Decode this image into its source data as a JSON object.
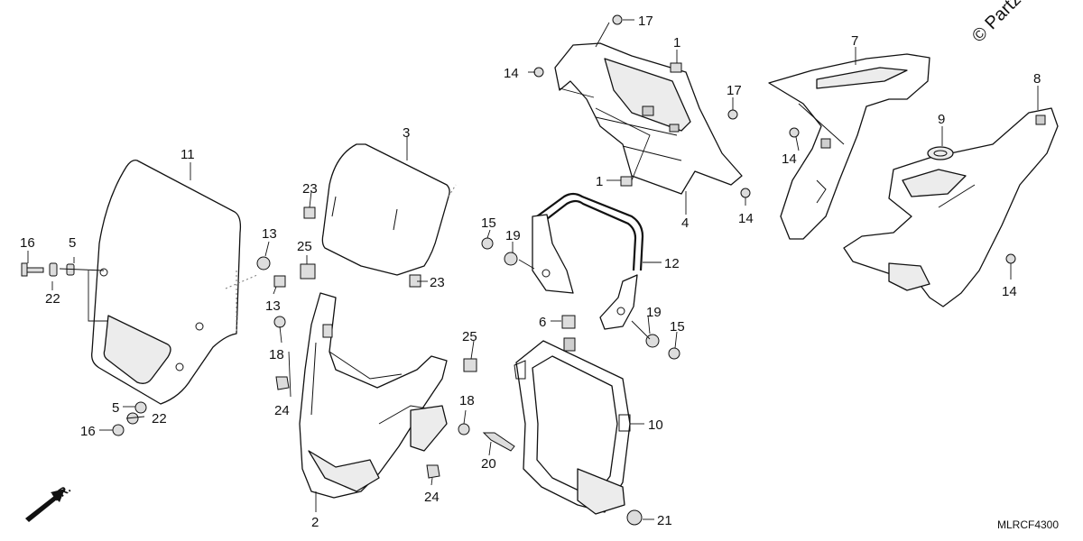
{
  "diagram": {
    "watermark": "© Partz",
    "direction_label": "FR.",
    "diagram_code": "MLRCF4300",
    "callouts": {
      "c1_top": "1",
      "c1_bottom": "1",
      "c2": "2",
      "c3": "3",
      "c5_top": "5",
      "c5_bottom": "5",
      "c6": "6",
      "c7": "7",
      "c8": "8",
      "c9": "9",
      "c10": "10",
      "c11": "11",
      "c12": "12",
      "c13_a": "13",
      "c13_b": "13",
      "c14_a": "14",
      "c14_b": "14",
      "c14_c": "14",
      "c14_d": "14",
      "c15_a": "15",
      "c15_b": "15",
      "c16_top": "16",
      "c16_bottom": "16",
      "c17_a": "17",
      "c17_b": "17",
      "c18_a": "18",
      "c18_b": "18",
      "c19_a": "19",
      "c19_b": "19",
      "c20": "20",
      "c21": "21",
      "c22_top": "22",
      "c22_bottom": "22",
      "c23_a": "23",
      "c23_b": "23",
      "c24_a": "24",
      "c24_b": "24",
      "c25_a": "25",
      "c25_b": "25"
    }
  }
}
